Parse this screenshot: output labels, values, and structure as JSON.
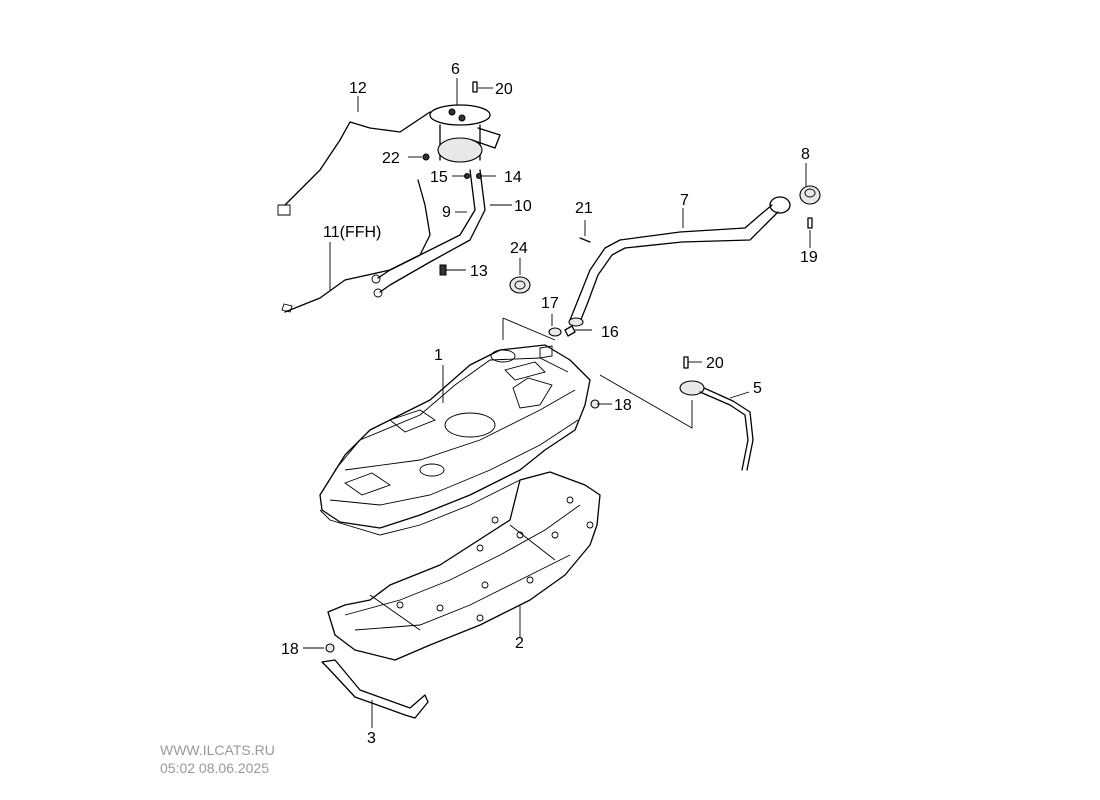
{
  "callouts": {
    "c1": "1",
    "c2": "2",
    "c3": "3",
    "c5": "5",
    "c6": "6",
    "c7": "7",
    "c8": "8",
    "c9": "9",
    "c10": "10",
    "c11": "11(FFH)",
    "c12": "12",
    "c13": "13",
    "c14": "14",
    "c15": "15",
    "c16": "16",
    "c17": "17",
    "c18a": "18",
    "c18b": "18",
    "c19": "19",
    "c20a": "20",
    "c20b": "20",
    "c21": "21",
    "c22": "22",
    "c24": "24"
  },
  "watermark": {
    "site": "WWW.ILCATS.RU",
    "timestamp": "05:02 08.06.2025"
  }
}
